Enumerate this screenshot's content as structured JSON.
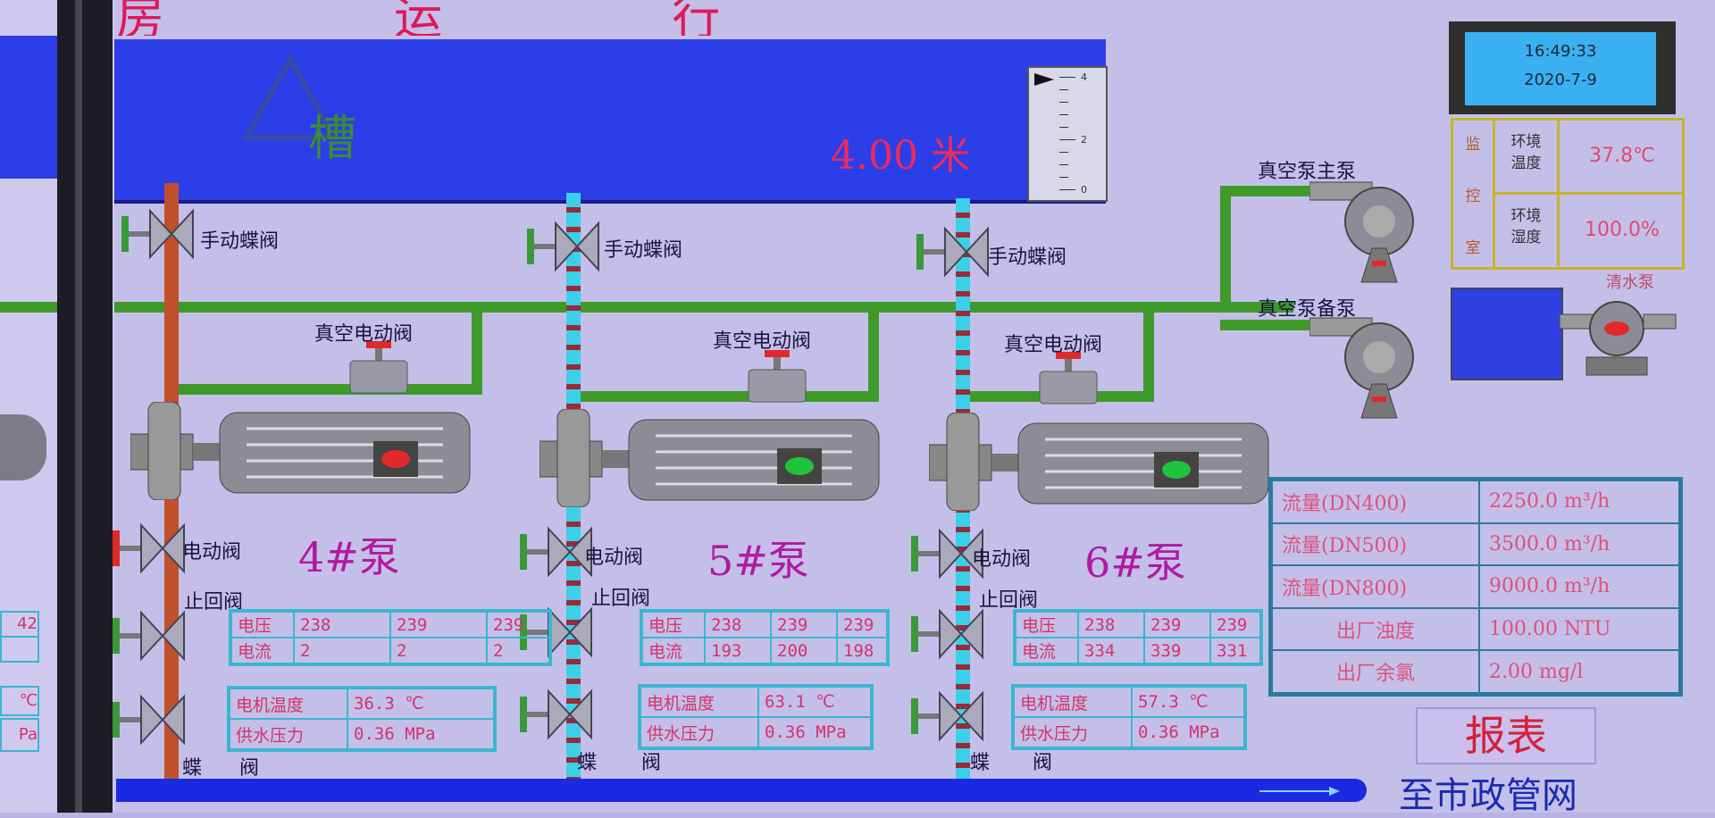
{
  "title": "房 运 行 图",
  "tank": {
    "label": "槽",
    "level": "4.00 米",
    "scale": [
      "4",
      "2",
      "0"
    ]
  },
  "clock": {
    "time": "16:49:33",
    "date": "2020-7-9"
  },
  "monitor": {
    "side": [
      "监",
      "控",
      "室"
    ],
    "rows": [
      {
        "label1": "环境",
        "label2": "温度",
        "value": "37.8℃"
      },
      {
        "label1": "环境",
        "label2": "湿度",
        "value": "100.0%"
      }
    ]
  },
  "vacuum_pumps": {
    "main": "真空泵主泵",
    "backup": "真空泵备泵"
  },
  "clear_pump_label": "清水泵",
  "valves": {
    "manual_butterfly": "手动蝶阀",
    "vacuum_electric": "真空电动阀",
    "electric": "电动阀",
    "check": "止回阀",
    "butterfly_a": "蝶",
    "butterfly_b": "阀"
  },
  "pumps": [
    {
      "name": "4#泵",
      "status": "stopped",
      "voltage_label": "电压",
      "voltage": [
        "238",
        "239",
        "239"
      ],
      "current_label": "电流",
      "current": [
        "2",
        "2",
        "2"
      ],
      "motor_temp_label": "电机温度",
      "motor_temp": "36.3 ℃",
      "pressure_label": "供水压力",
      "pressure": "0.36 MPa"
    },
    {
      "name": "5#泵",
      "status": "running",
      "voltage_label": "电压",
      "voltage": [
        "238",
        "239",
        "239"
      ],
      "current_label": "电流",
      "current": [
        "193",
        "200",
        "198"
      ],
      "motor_temp_label": "电机温度",
      "motor_temp": "63.1 ℃",
      "pressure_label": "供水压力",
      "pressure": "0.36 MPa"
    },
    {
      "name": "6#泵",
      "status": "running",
      "voltage_label": "电压",
      "voltage": [
        "238",
        "239",
        "239"
      ],
      "current_label": "电流",
      "current": [
        "334",
        "339",
        "331"
      ],
      "motor_temp_label": "电机温度",
      "motor_temp": "57.3 ℃",
      "pressure_label": "供水压力",
      "pressure": "0.36 MPa"
    }
  ],
  "left_partial": {
    "voltage_tail": "42",
    "unit1": "℃",
    "unit2": "Pa"
  },
  "flow_table": [
    {
      "label": "流量(DN400)",
      "value": "2250.0 m³/h"
    },
    {
      "label": "流量(DN500)",
      "value": "3500.0 m³/h"
    },
    {
      "label": "流量(DN800)",
      "value": "9000.0 m³/h"
    },
    {
      "label": "出厂浊度",
      "value": "100.00 NTU"
    },
    {
      "label": "出厂余氯",
      "value": "2.00 mg/l"
    }
  ],
  "report_button": "报表",
  "city_link": "至市政管网",
  "colors": {
    "running": "#1fc23a",
    "stopped": "#e02a2a",
    "pipe_green": "#3f9a2a",
    "tank_blue": "#2b3ee8"
  }
}
